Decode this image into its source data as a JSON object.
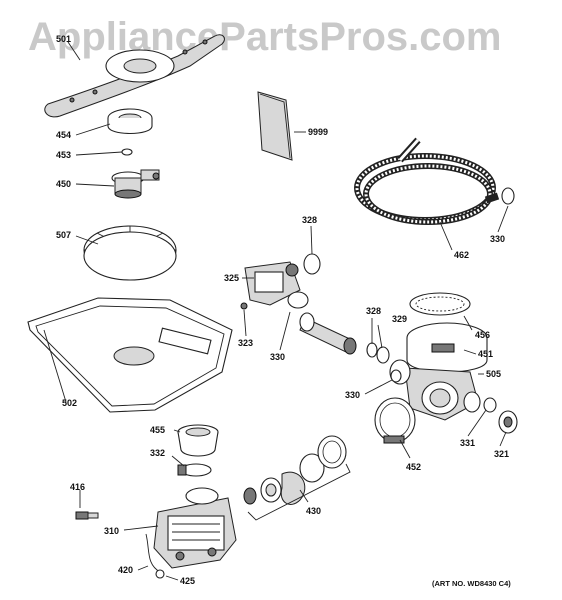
{
  "watermark": "AppliancePartsPros.com",
  "art_no": "(ART NO. WD8430 C4)",
  "callouts": [
    "501",
    "454",
    "453",
    "450",
    "9999",
    "328",
    "507",
    "325",
    "462",
    "330",
    "323",
    "330",
    "328",
    "329",
    "456",
    "451",
    "502",
    "330",
    "505",
    "455",
    "332",
    "331",
    "321",
    "452",
    "416",
    "430",
    "310",
    "420",
    "425"
  ]
}
